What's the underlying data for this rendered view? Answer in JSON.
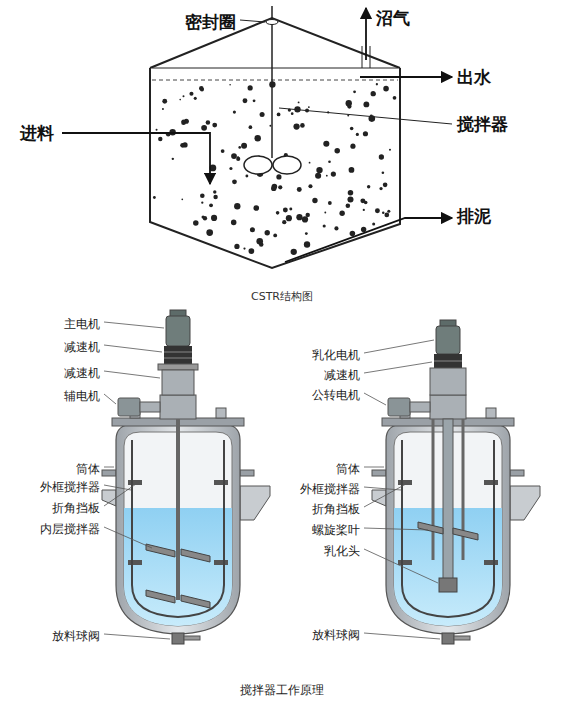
{
  "diagram": {
    "caption": "搅拌器工作原理",
    "labels": [
      "密封圈",
      "沼气",
      "出水",
      "进料",
      "搅拌器",
      "排泥",
      "CSTR结构图",
      "主电机",
      "减速机",
      "减速机",
      "辅电机",
      "筒体",
      "外框搅拌器",
      "折角挡板",
      "内层搅拌器",
      "放料球阀",
      "乳化电机",
      "减速机",
      "公转电机",
      "筒体",
      "外框搅拌器",
      "折角挡板",
      "螺旋桨叶",
      "乳化头",
      "放料球阀"
    ]
  }
}
